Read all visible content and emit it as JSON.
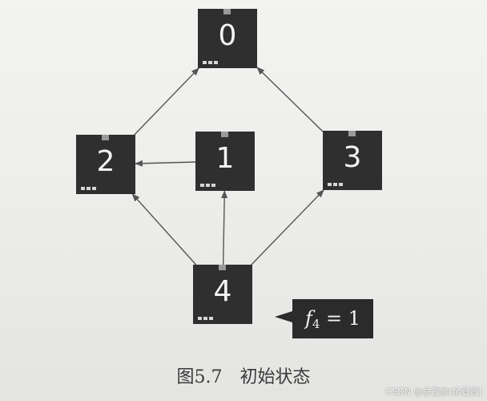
{
  "diagram": {
    "nodes": [
      {
        "id": "0",
        "label": "0"
      },
      {
        "id": "1",
        "label": "1"
      },
      {
        "id": "2",
        "label": "2"
      },
      {
        "id": "3",
        "label": "3"
      },
      {
        "id": "4",
        "label": "4"
      }
    ],
    "edges": [
      {
        "from": "2",
        "to": "0"
      },
      {
        "from": "3",
        "to": "0"
      },
      {
        "from": "1",
        "to": "2"
      },
      {
        "from": "4",
        "to": "1"
      },
      {
        "from": "4",
        "to": "2"
      },
      {
        "from": "4",
        "to": "3"
      }
    ],
    "annotation": {
      "node": "4",
      "function": "f",
      "subscript": "4",
      "operator": "=",
      "value": "1"
    }
  },
  "caption": {
    "figure_number": "图5.7",
    "title": "初始状态"
  },
  "watermark": "CSDN @总裁余(余登武)",
  "colors": {
    "node_fill": "#2f2f2f",
    "node_text": "#f4f4f4",
    "edge": "#555555",
    "background": "#eeeeec"
  }
}
